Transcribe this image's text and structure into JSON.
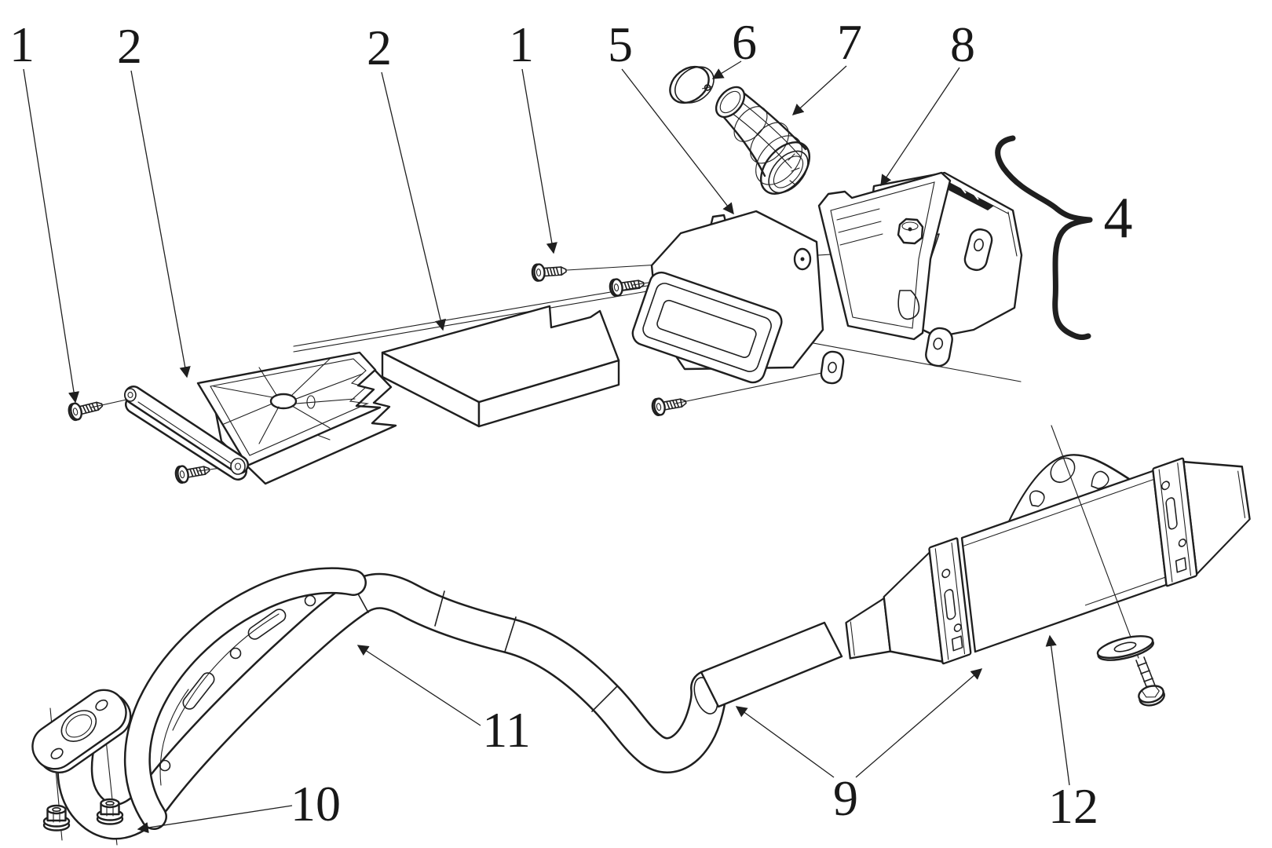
{
  "figure": {
    "type": "exploded-parts-diagram",
    "subject": "air-intake-and-exhaust-assembly",
    "background_color": "#ffffff",
    "line_color": "#1f1f1f"
  },
  "callouts": [
    {
      "label": "1",
      "part": "screw-left"
    },
    {
      "label": "2",
      "part": "shield-plate"
    },
    {
      "label": "2",
      "part": "foam-pad"
    },
    {
      "label": "1",
      "part": "screw-airbox"
    },
    {
      "label": "5",
      "part": "airbox-body"
    },
    {
      "label": "6",
      "part": "hose-clamp"
    },
    {
      "label": "7",
      "part": "intake-boot"
    },
    {
      "label": "8",
      "part": "airbox-cover"
    },
    {
      "label": "4",
      "part": "airbox-assembly"
    },
    {
      "label": "9",
      "part": "exhaust-joint"
    },
    {
      "label": "10",
      "part": "flange-nut"
    },
    {
      "label": "11",
      "part": "header-pipe"
    },
    {
      "label": "12",
      "part": "muffler"
    }
  ]
}
